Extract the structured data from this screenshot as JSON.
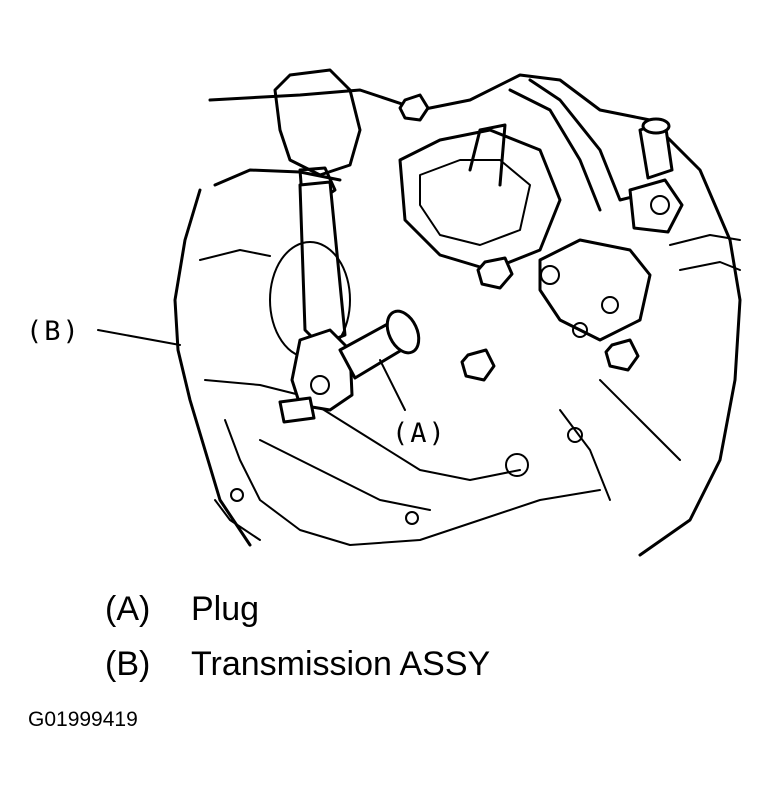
{
  "figure": {
    "callout_a": "(A)",
    "callout_b": "(B)"
  },
  "legend": [
    {
      "key": "(A)",
      "label": "Plug"
    },
    {
      "key": "(B)",
      "label": "Transmission ASSY"
    }
  ],
  "figure_code": "G01999419"
}
